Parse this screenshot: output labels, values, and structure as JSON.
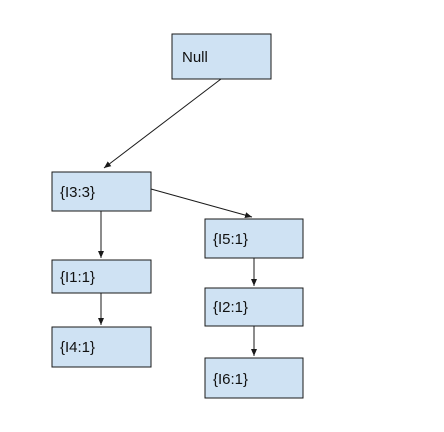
{
  "diagram": {
    "fill_color": "#cfe2f3",
    "nodes": {
      "null": {
        "label": "Null"
      },
      "i3": {
        "label": "{I3:3}"
      },
      "i1": {
        "label": "{I1:1}"
      },
      "i4": {
        "label": "{I4:1}"
      },
      "i5": {
        "label": "{I5:1}"
      },
      "i2": {
        "label": "{I2:1}"
      },
      "i6": {
        "label": "{I6:1}"
      }
    },
    "edges": [
      {
        "from": "null",
        "to": "i3"
      },
      {
        "from": "i3",
        "to": "i1"
      },
      {
        "from": "i1",
        "to": "i4"
      },
      {
        "from": "i3",
        "to": "i5"
      },
      {
        "from": "i5",
        "to": "i2"
      },
      {
        "from": "i2",
        "to": "i6"
      }
    ]
  }
}
